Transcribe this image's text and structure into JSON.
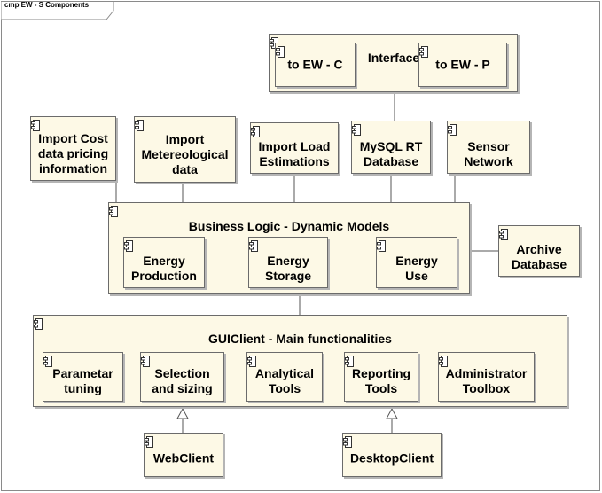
{
  "frame": {
    "title": "cmp EW - S Components"
  },
  "components": {
    "interface": "Interface",
    "to_ew_c": "to EW - C",
    "to_ew_p": "to EW - P",
    "import_cost": "Import Cost\ndata pricing\ninformation",
    "import_meteo": "Import\nMetereological\ndata",
    "import_load": "Import Load\nEstimations",
    "mysql_rt": "MySQL RT\nDatabase",
    "sensor_network": "Sensor\nNetwork",
    "business_logic": "Business Logic - Dynamic Models",
    "energy_production": "Energy\nProduction",
    "energy_storage": "Energy\nStorage",
    "energy_use": "Energy\nUse",
    "archive_database": "Archive\nDatabase",
    "guiclient": "GUIClient - Main functionalities",
    "parametar_tuning": "Parametar\ntuning",
    "selection_sizing": "Selection\nand sizing",
    "analytical_tools": "Analytical\nTools",
    "reporting_tools": "Reporting\nTools",
    "administrator_toolbox": "Administrator\nToolbox",
    "webclient": "WebClient",
    "desktopclient": "DesktopClient"
  }
}
